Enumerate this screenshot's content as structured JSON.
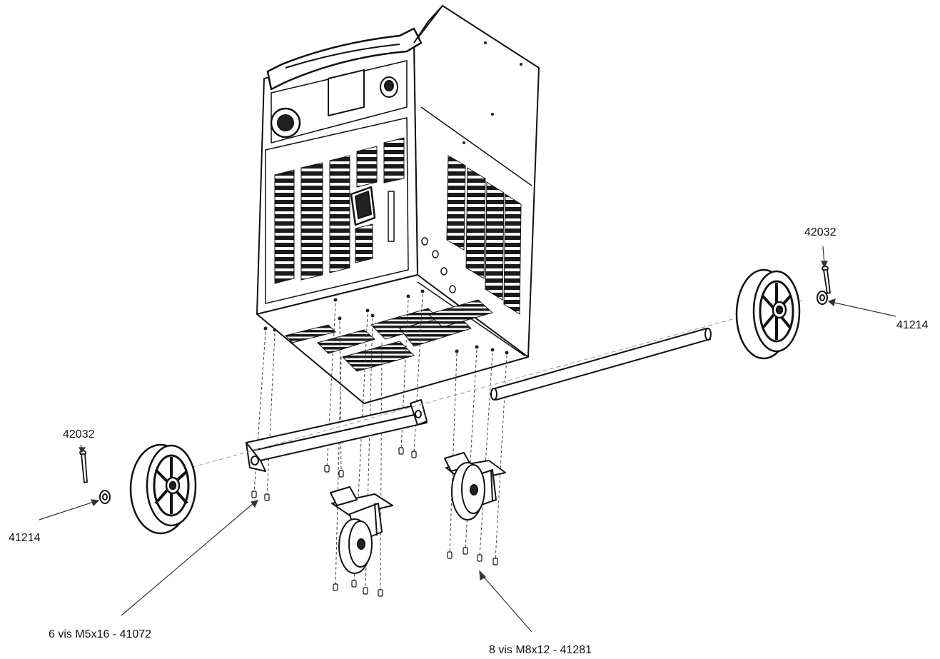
{
  "diagram": {
    "colors": {
      "line": "#111111",
      "fill": "#ffffff",
      "dark": "#1a1a1a",
      "leader": "#333333"
    },
    "labels": {
      "pin_right": "42032",
      "washer_right": "41214",
      "pin_left": "42032",
      "washer_left": "41214",
      "screws_m5": "6 vis  M5x16 - 41072",
      "screws_m8": "8 vis  M8x12 - 41281"
    }
  }
}
